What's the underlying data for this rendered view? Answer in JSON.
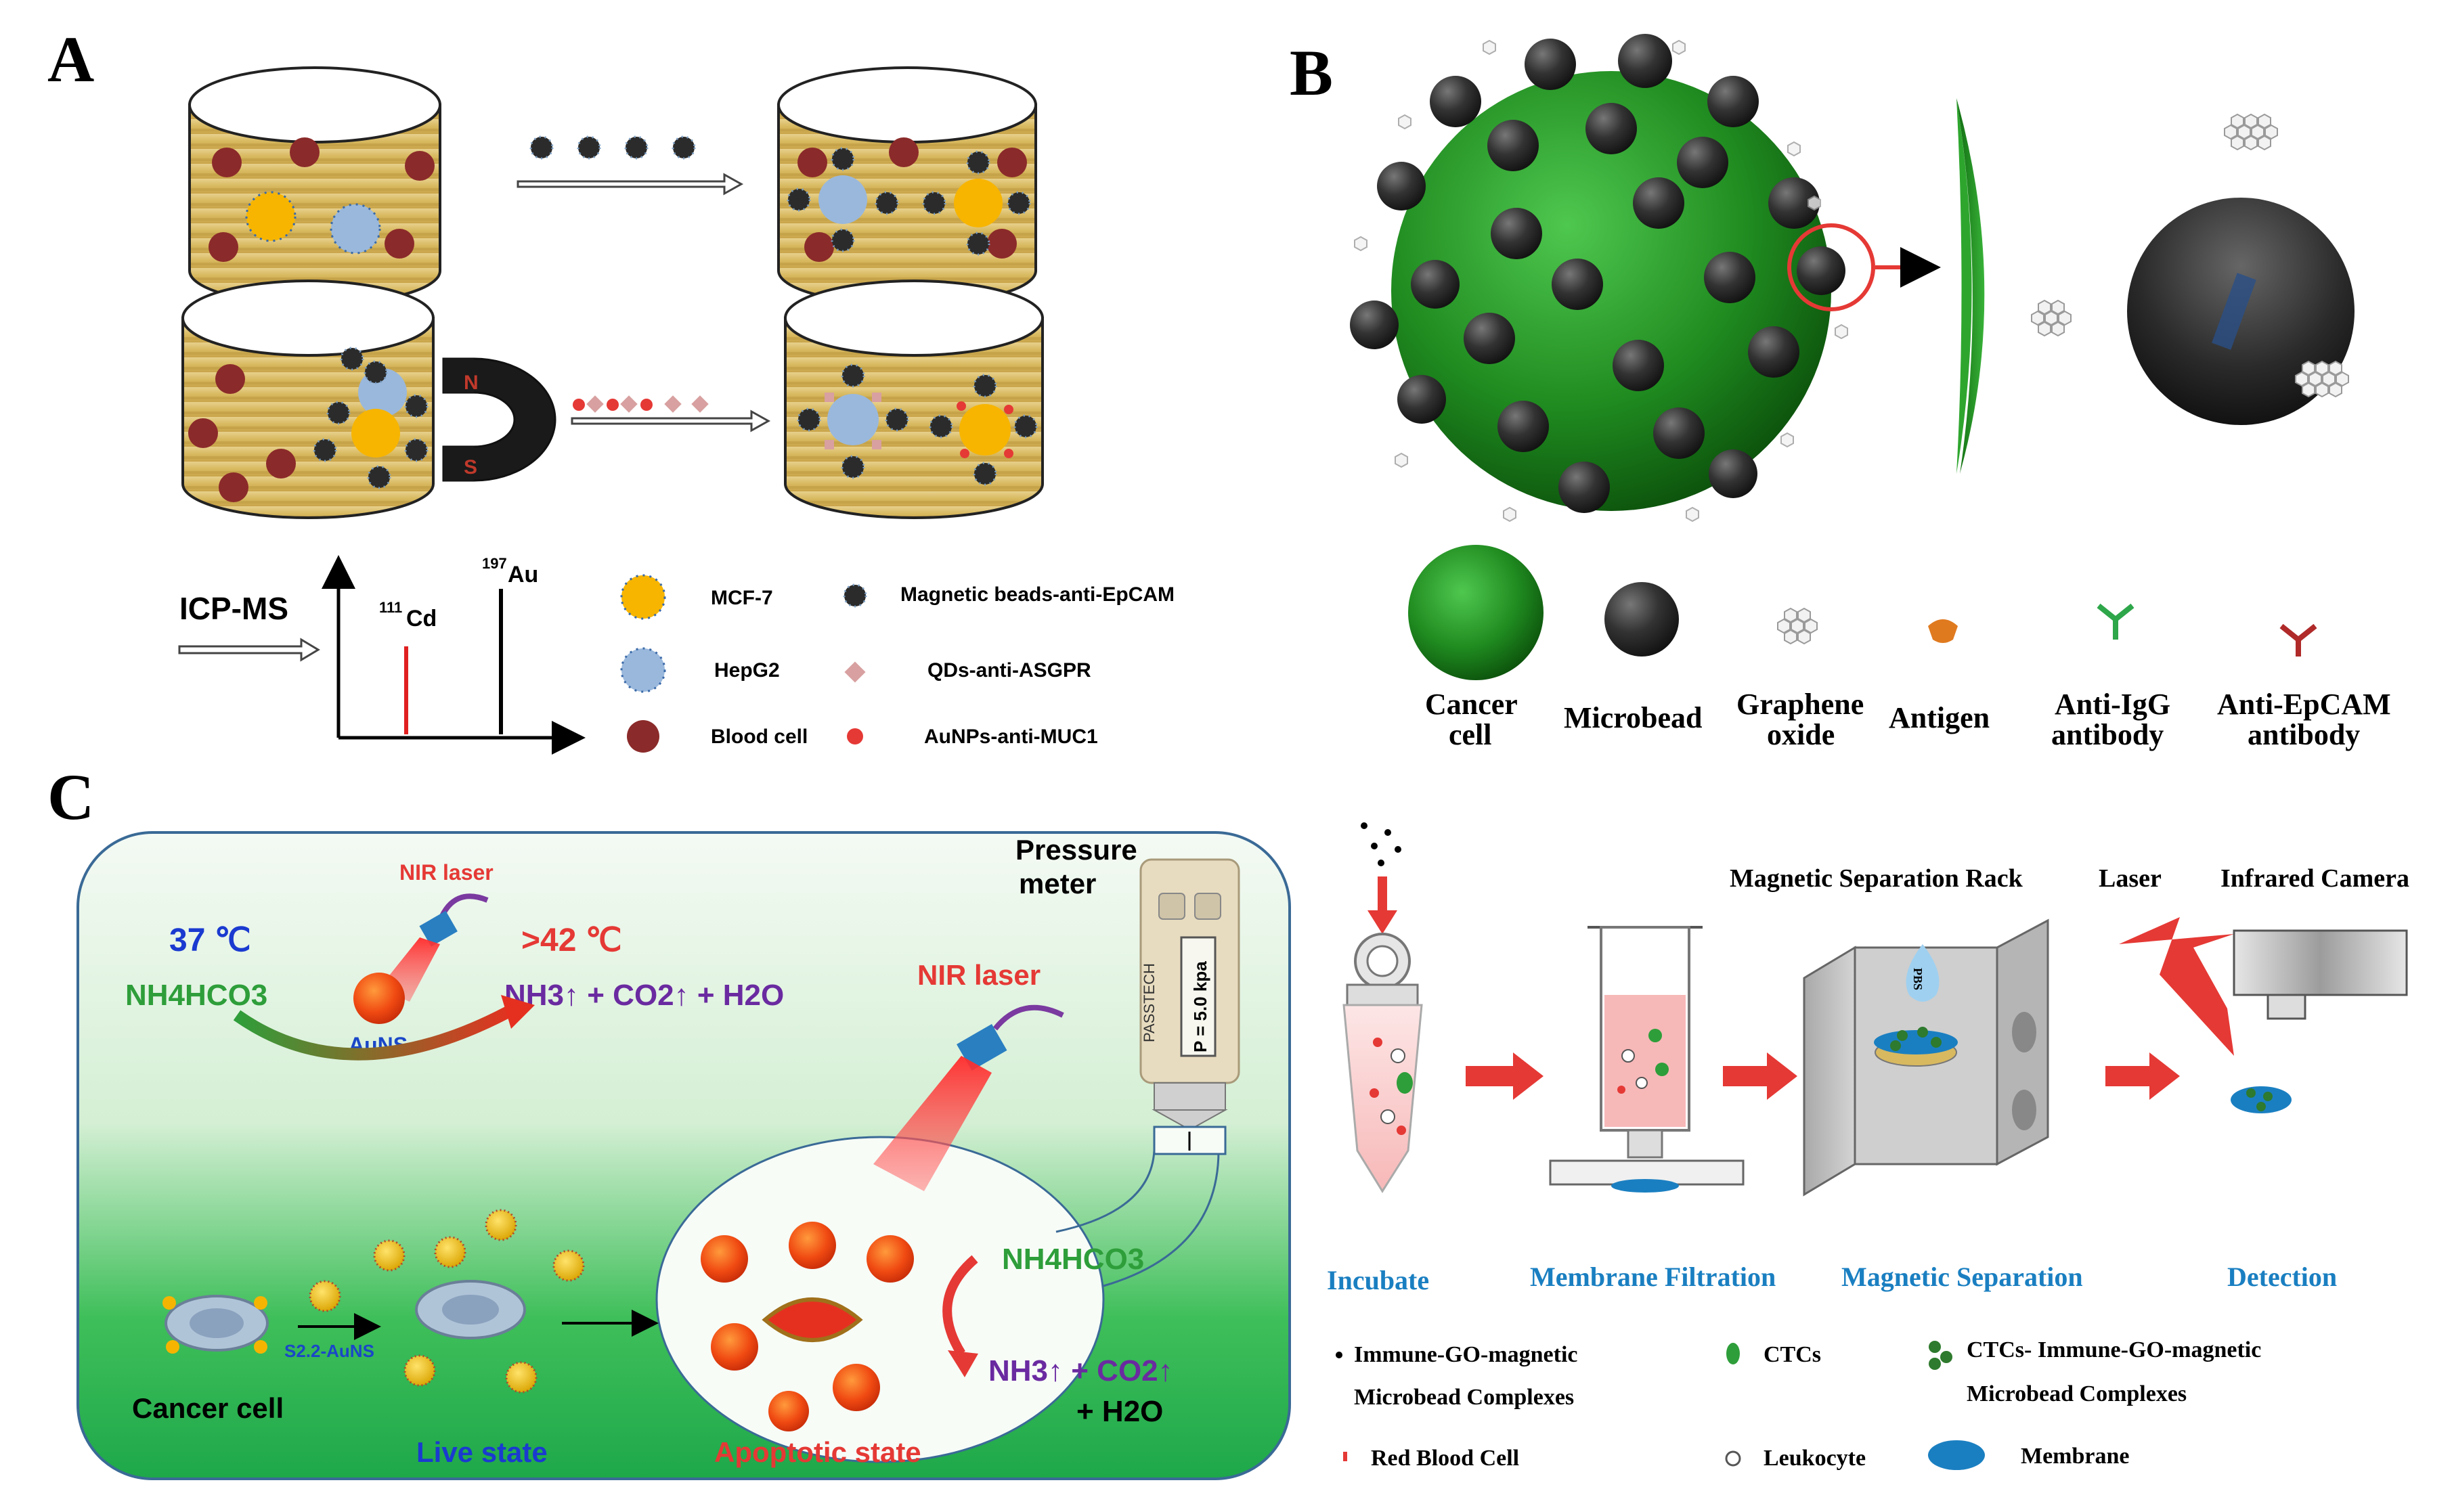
{
  "panels": {
    "a": "A",
    "b": "B",
    "c": "C"
  },
  "panel_a": {
    "icpms": "ICP-MS",
    "cd_sup": "111",
    "cd": "Cd",
    "au_sup": "197",
    "au": "Au",
    "magnet_n": "N",
    "magnet_s": "S",
    "legend": {
      "mcf7": "MCF-7",
      "hepg2": "HepG2",
      "blood": "Blood cell",
      "beads": "Magnetic beads-anti-EpCAM",
      "qds": "QDs-anti-ASGPR",
      "aunps": "AuNPs-anti-MUC1"
    }
  },
  "panel_b": {
    "legend": {
      "cancer1": "Cancer",
      "cancer2": "cell",
      "microbead": "Microbead",
      "go1": "Graphene",
      "go2": "oxide",
      "antigen": "Antigen",
      "igg1": "Anti-IgG",
      "igg2": "antibody",
      "epcam1": "Anti-EpCAM",
      "epcam2": "antibody"
    }
  },
  "panel_c_left": {
    "pressure1": "Pressure",
    "pressure2": "meter",
    "meter_brand": "PASSTECH",
    "meter_reading": "P = 5.0 kpa",
    "nir_small": "NIR laser",
    "temp37": "37 ℃",
    "temp42": ">42 ℃",
    "nh4hco3": "NH4HCO3",
    "products": "NH3↑ + CO2↑ + H2O",
    "auns": "AuNS",
    "nir_big": "NIR laser",
    "s22": "S2.2-AuNS",
    "cancer_cell": "Cancer cell",
    "live": "Live state",
    "apoptotic": "Apoptotic state",
    "nh4hco3_2": "NH4HCO3",
    "products2": "NH3↑ + CO2↑",
    "h2o": "+ H2O"
  },
  "panel_c_right": {
    "rack": "Magnetic Separation Rack",
    "laser": "Laser",
    "camera": "Infrared Camera",
    "pbs": "PBS",
    "steps": [
      "Incubate",
      "Membrane Filtration",
      "Magnetic Separation",
      "Detection"
    ],
    "legend": {
      "complex_a1": "Immune-GO-magnetic",
      "complex_a2": "Microbead Complexes",
      "rbc": "Red Blood Cell",
      "ctcs": "CTCs",
      "leuko": "Leukocyte",
      "ctc_complex1": "CTCs- Immune-GO-magnetic",
      "ctc_complex2": "Microbead Complexes",
      "membrane": "Membrane"
    }
  },
  "colors": {
    "cancer_green": "#2e8b2e",
    "bead_black": "#2b2b2b",
    "blood_red": "#8b2a2a",
    "mcf7_yellow": "#f7b500",
    "hepg2_blue": "#9ab8dc",
    "step_blue": "#1a7fc1",
    "nir_red": "#e8202a"
  }
}
